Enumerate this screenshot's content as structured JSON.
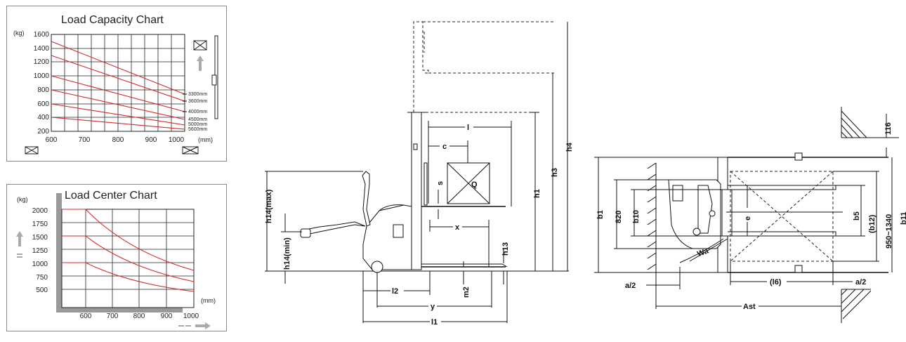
{
  "capacity_chart": {
    "title": "Load Capacity Chart",
    "y_unit": "(kg)",
    "x_unit": "(mm)",
    "y_ticks": [
      "1600",
      "1400",
      "1200",
      "1000",
      "800",
      "600",
      "400",
      "200"
    ],
    "x_ticks": [
      "600",
      "700",
      "800",
      "900",
      "1000"
    ],
    "curve_labels": [
      "3300mm",
      "3600mm",
      "4000mm",
      "4500mm",
      "5000mm",
      "5600mm"
    ]
  },
  "center_chart": {
    "title": "Load Center Chart",
    "y_unit": "(kg)",
    "x_unit": "(mm)",
    "y_ticks": [
      "2000",
      "1750",
      "1500",
      "1250",
      "1000",
      "750",
      "500"
    ],
    "x_ticks": [
      "600",
      "700",
      "800",
      "900",
      "1000"
    ]
  },
  "side_view": {
    "h14max": "h14(max)",
    "h14min": "h14(min)",
    "h13": "h13",
    "h1": "h1",
    "h3": "h3",
    "h4": "h4",
    "l": "l",
    "c": "c",
    "s": "s",
    "q": "Q",
    "x": "x",
    "l2": "l2",
    "m2": "m2",
    "y": "y",
    "l1": "l1"
  },
  "top_view": {
    "b1": "b1",
    "d820": "820",
    "b10": "b10",
    "e": "e",
    "b5": "b5",
    "b12": "(b12)",
    "w950": "950~1340",
    "b11": "b11",
    "wa": "Wa",
    "a2_left": "a/2",
    "a2_right": "a/2",
    "l6": "(l6)",
    "ast": "Ast",
    "d116": "116"
  }
}
